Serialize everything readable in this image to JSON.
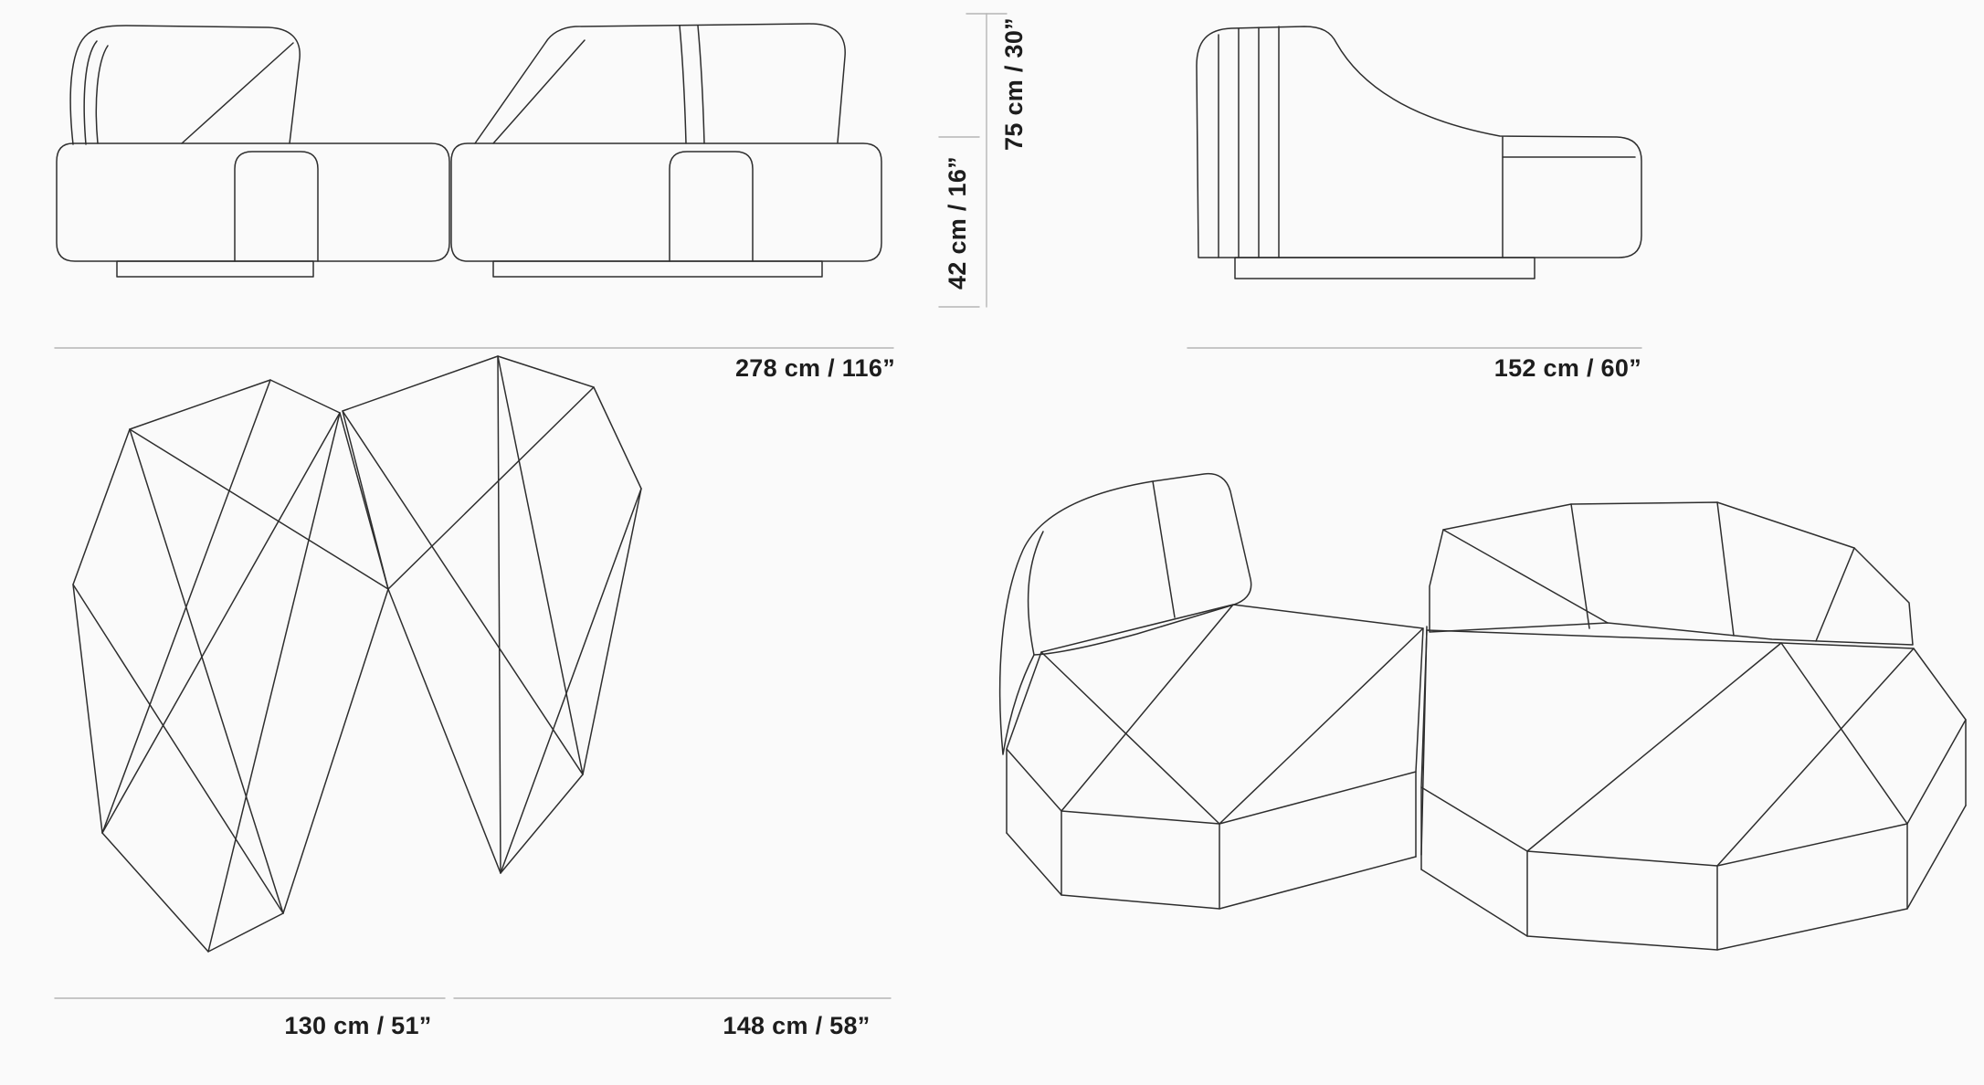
{
  "colors": {
    "background": "#fafafa",
    "drawing_line": "#2e2e2e",
    "dimension_line": "#b5b5b5",
    "label_text": "#1d1d1d"
  },
  "front_view": {
    "width_label": "278 cm / 116”",
    "seat_height_label": "42 cm / 16”",
    "overall_height_label": "75 cm / 30”"
  },
  "side_view": {
    "depth_label": "152 cm / 60”"
  },
  "top_view": {
    "left_module_width_label": "130 cm / 51”",
    "right_module_width_label": "148 cm / 58”"
  }
}
